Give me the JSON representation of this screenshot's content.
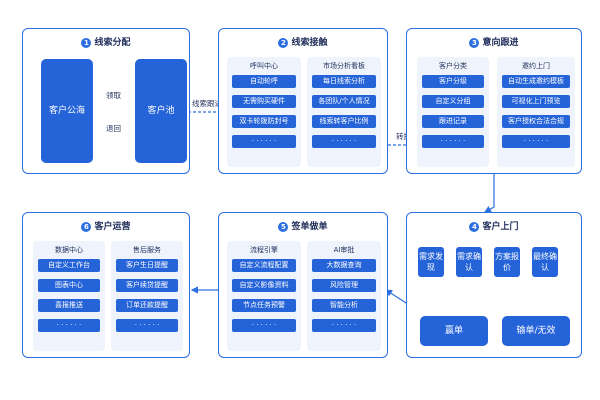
{
  "colors": {
    "primary": "#2563d8",
    "border": "#2d6fe0",
    "light": "#eef3fc",
    "text": "#1f2d5a"
  },
  "p1": {
    "num": "1",
    "title": "线索分配",
    "left_box": "客户公海",
    "right_box": "客户池",
    "arrow_top": "领取",
    "arrow_bottom": "退回"
  },
  "conn_1_2": "线索跟进",
  "p2": {
    "num": "2",
    "title": "线索接触",
    "col1": {
      "head": "呼叫中心",
      "items": [
        "自动轮呼",
        "无需购买硬件",
        "双卡轮拨防封号",
        "· · · · · ·"
      ]
    },
    "col2": {
      "head": "市场分析看板",
      "items": [
        "每日线索分析",
        "各团队/个人情况",
        "线索转客户比例",
        "· · · · · ·"
      ]
    }
  },
  "conn_2_3": "转换为",
  "p3": {
    "num": "3",
    "title": "意向跟进",
    "col1": {
      "head": "客户分类",
      "items": [
        "客户分级",
        "自定义分组",
        "跟进记录",
        "· · · · · ·"
      ]
    },
    "col2": {
      "head": "邀约上门",
      "items": [
        "自动生成邀约模板",
        "可视化上门预览",
        "客户授权合法合规",
        "· · · · · ·"
      ]
    }
  },
  "p4": {
    "num": "4",
    "title": "客户上门",
    "steps": [
      "需求发现",
      "需求确认",
      "方案报价",
      "最终确认"
    ],
    "win": "赢单",
    "lose": "输单/无效"
  },
  "p5": {
    "num": "5",
    "title": "签单做单",
    "col1": {
      "head": "流程引擎",
      "items": [
        "自定义流程配置",
        "自定义影像资料",
        "节点任务预警",
        "· · · · · ·"
      ]
    },
    "col2": {
      "head": "AI审批",
      "items": [
        "大数据查询",
        "风险管理",
        "智能分析",
        "· · · · · ·"
      ]
    }
  },
  "p6": {
    "num": "6",
    "title": "客户运营",
    "col1": {
      "head": "数据中心",
      "items": [
        "自定义工作台",
        "图表中心",
        "喜报推送",
        "· · · · · ·"
      ]
    },
    "col2": {
      "head": "售后服务",
      "items": [
        "客户生日提醒",
        "客户续贷提醒",
        "订单还款提醒",
        "· · · · · ·"
      ]
    }
  }
}
